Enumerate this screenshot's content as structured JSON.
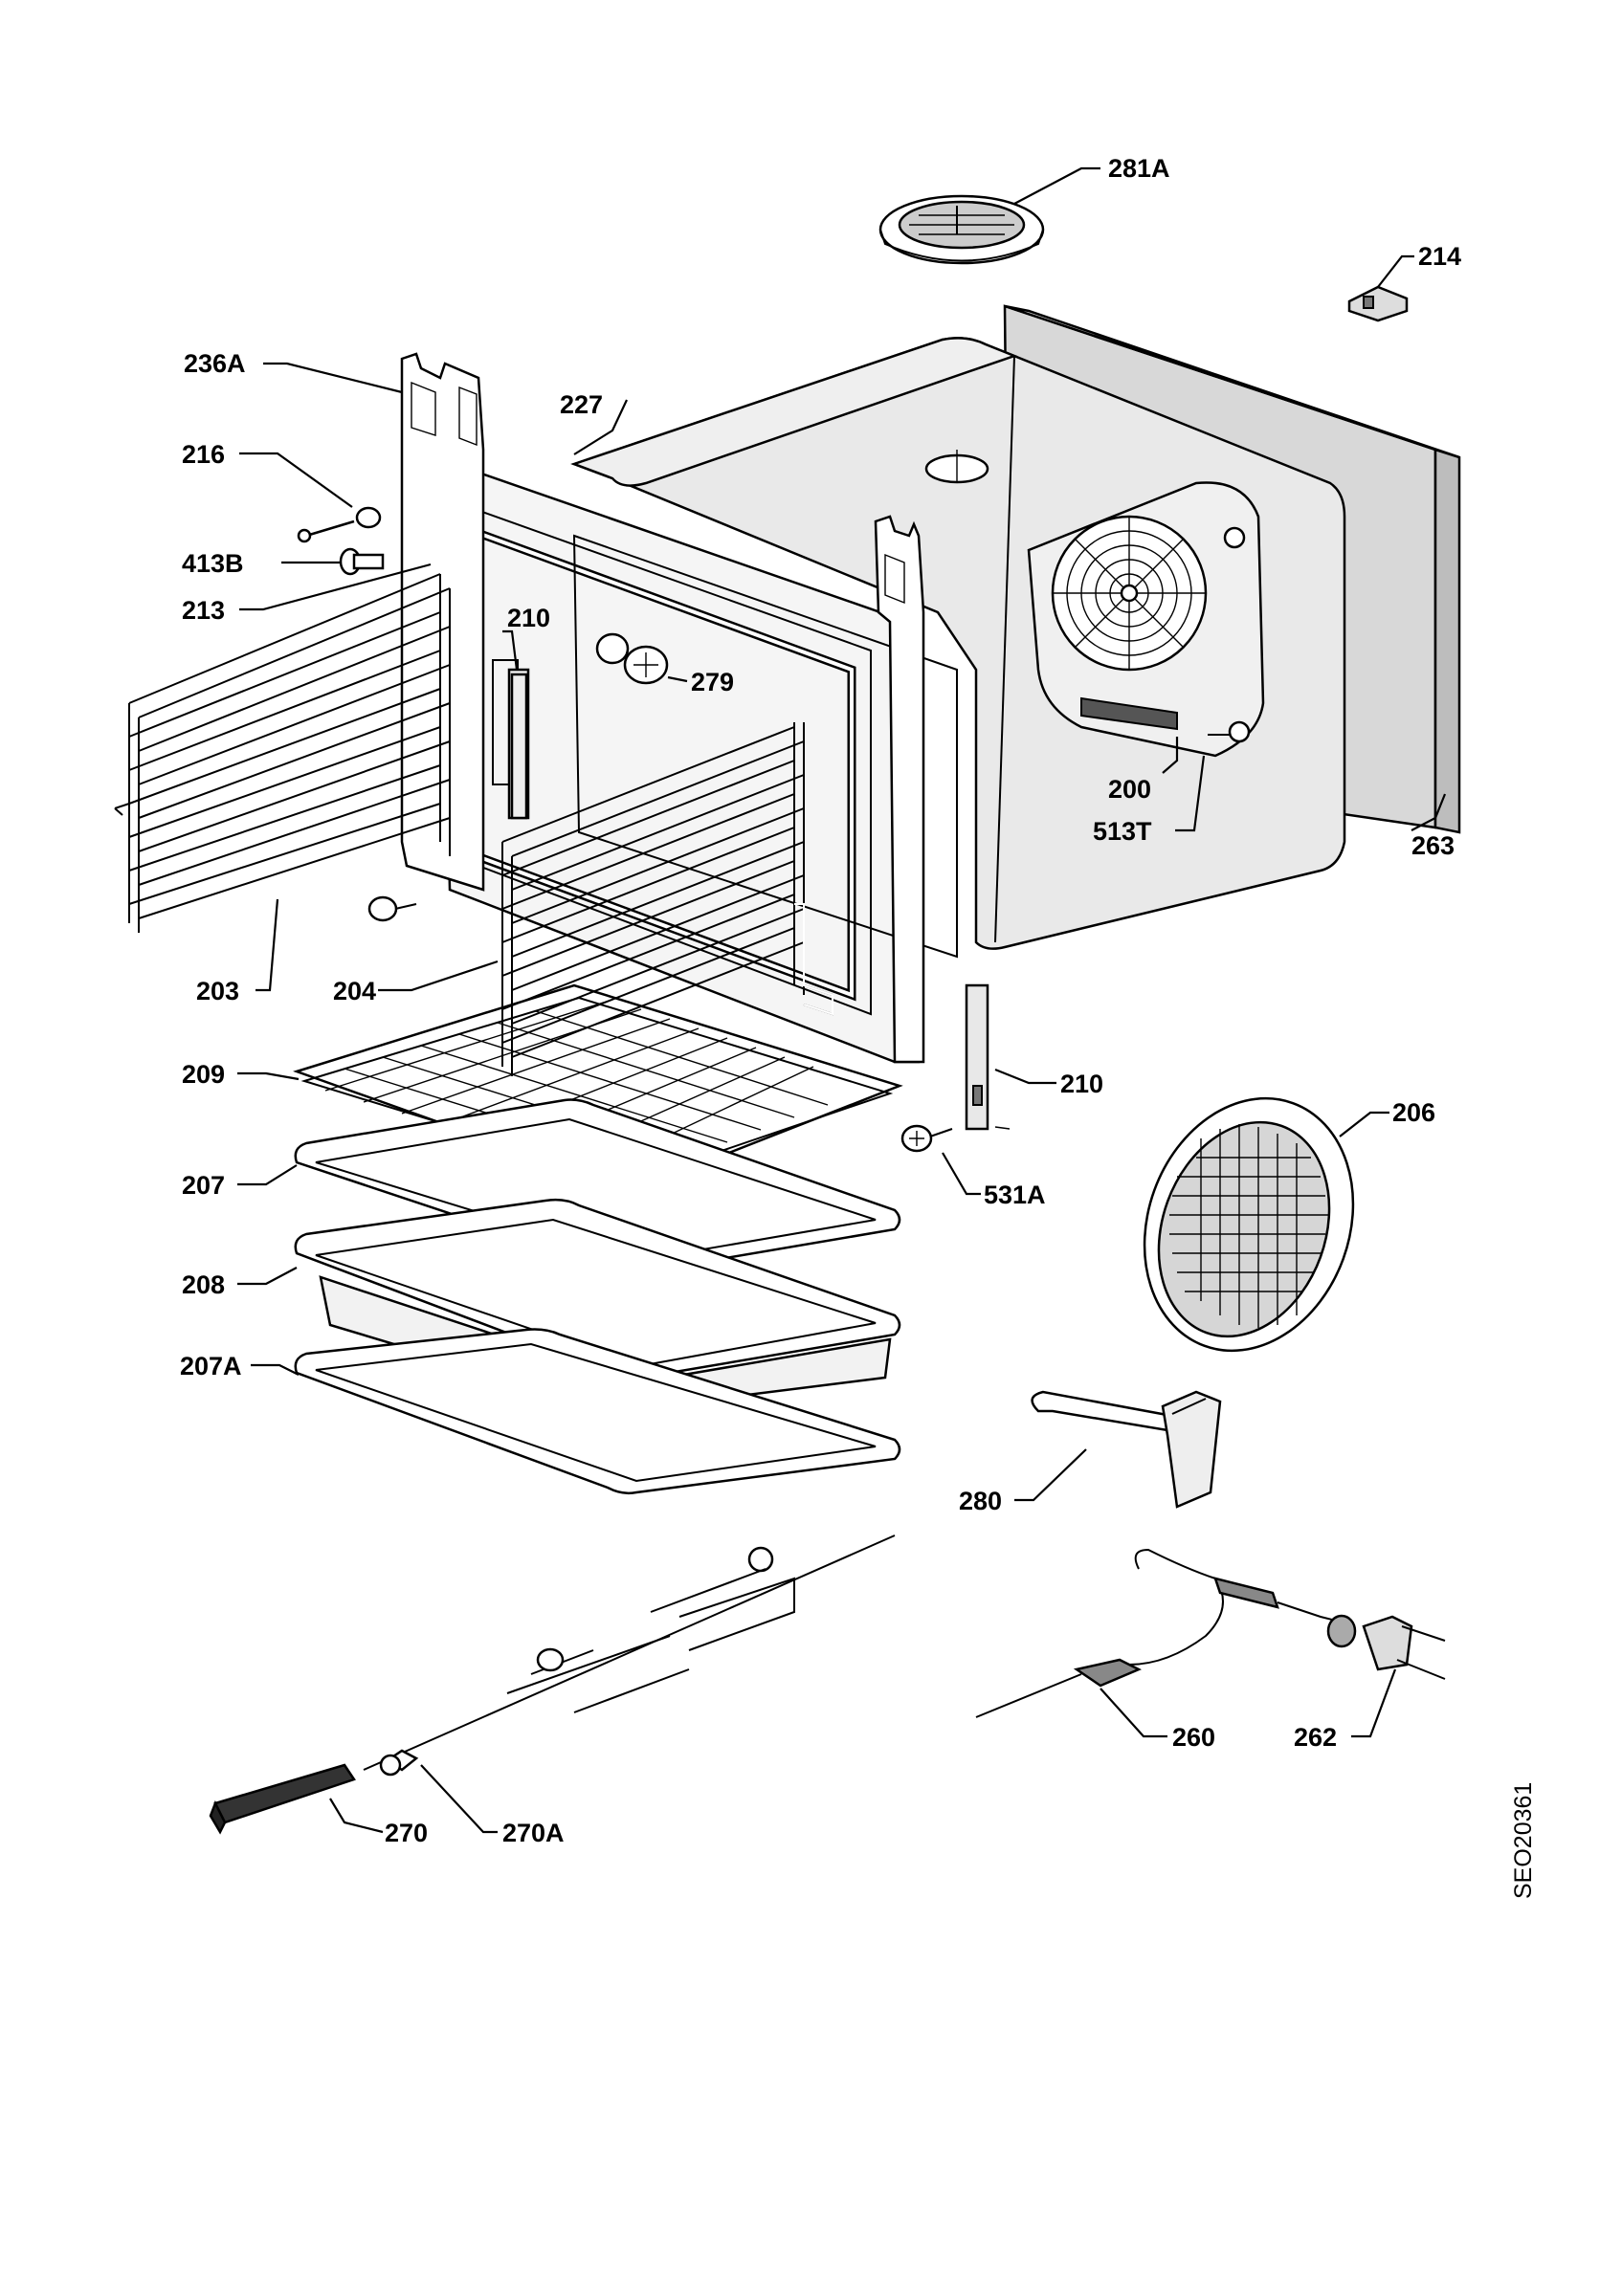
{
  "diagram": {
    "code": "SEO20361",
    "labels": {
      "l281A": "281A",
      "l214": "214",
      "l236A": "236A",
      "l227": "227",
      "l216": "216",
      "l413B": "413B",
      "l213": "213",
      "l210a": "210",
      "l279": "279",
      "l200": "200",
      "l513T": "513T",
      "l263": "263",
      "l203": "203",
      "l204": "204",
      "l209": "209",
      "l210b": "210",
      "l206": "206",
      "l207": "207",
      "l531A": "531A",
      "l208": "208",
      "l207A": "207A",
      "l280": "280",
      "l260": "260",
      "l262": "262",
      "l270": "270",
      "l270A": "270A"
    }
  }
}
